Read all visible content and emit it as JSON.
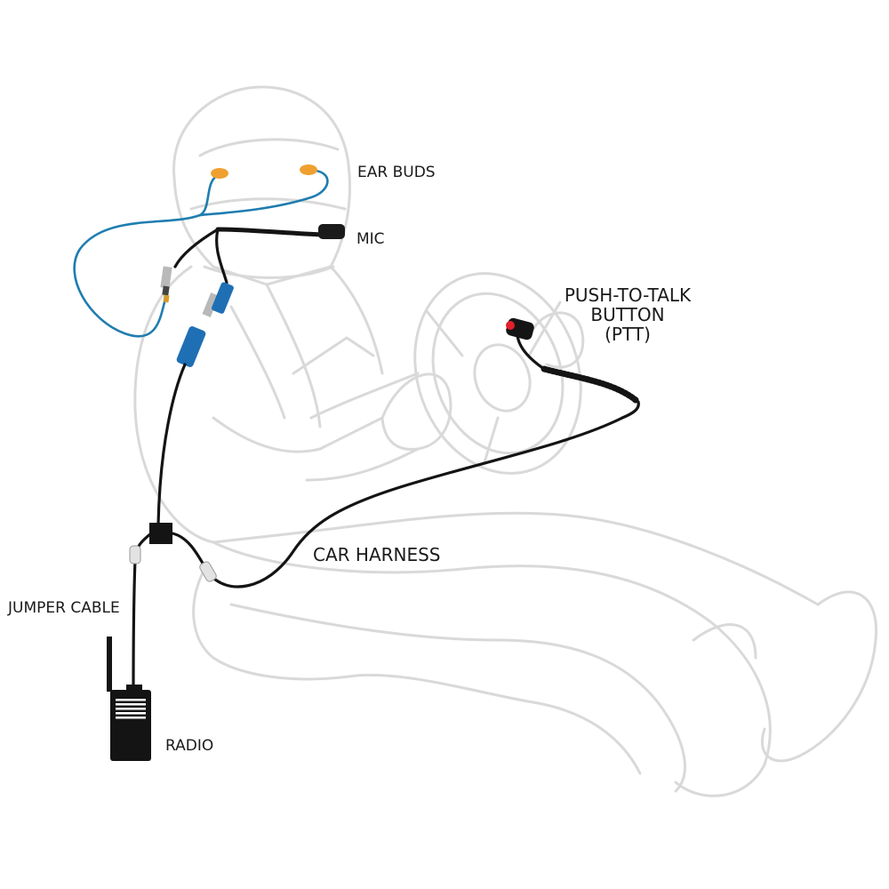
{
  "labels": {
    "ear_buds": "EAR BUDS",
    "mic": "MIC",
    "ptt_line1": "PUSH-TO-TALK",
    "ptt_line2": "BUTTON",
    "ptt_line3": "(PTT)",
    "car_harness": "CAR HARNESS",
    "jumper_cable": "JUMPER CABLE",
    "radio": "RADIO"
  },
  "colors": {
    "outline": "#d9d9d9",
    "cable": "#141414",
    "earbud_wire": "#1f7db0",
    "earbud": "#f0a030",
    "connector_blue": "#1f6fb5",
    "ptt_button": "#e0202a"
  }
}
